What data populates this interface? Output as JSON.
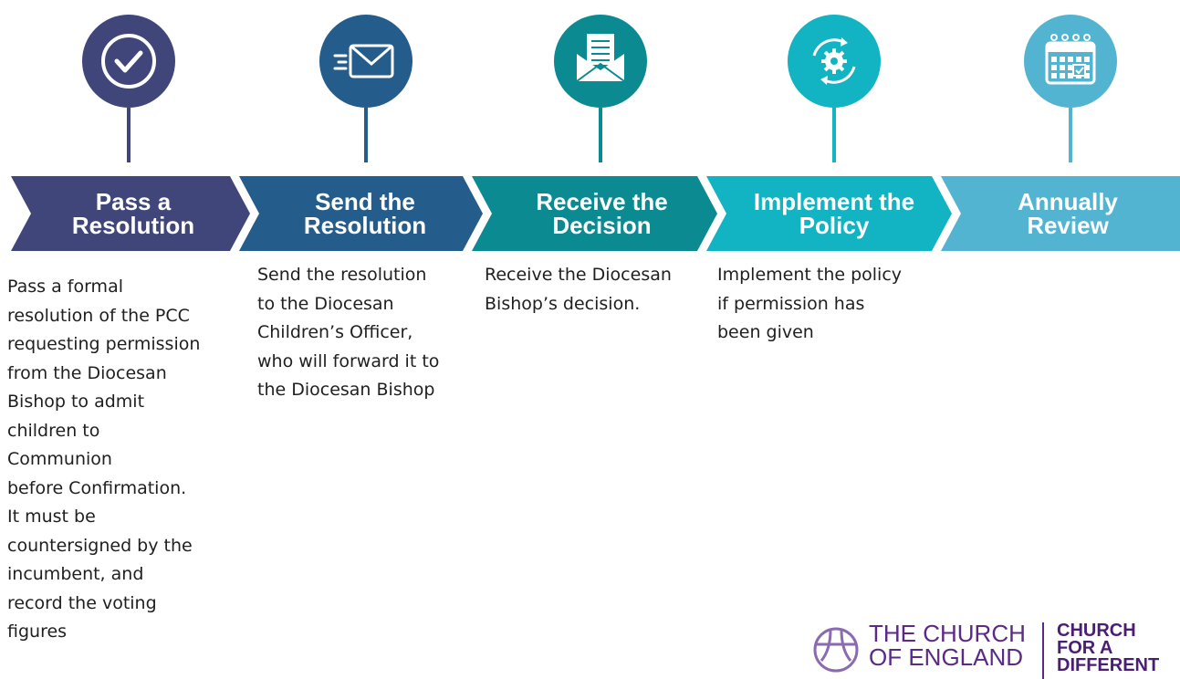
{
  "steps": [
    {
      "title_lines": [
        "Pass a",
        "Resolution"
      ],
      "icon": "check-circle-icon",
      "color": "#40467a",
      "description": [
        "Pass a formal",
        "resolution of the PCC",
        "requesting permission",
        "from the Diocesan",
        "Bishop to admit",
        "children to",
        "Communion",
        "before Confirmation.",
        "It must be",
        "countersigned by the",
        "incumbent, and",
        "record the voting",
        "figures"
      ]
    },
    {
      "title_lines": [
        "Send the",
        "Resolution"
      ],
      "icon": "envelope-send-icon",
      "color": "#245c8c",
      "description": [
        "Send the resolution",
        "to the Diocesan",
        "Children’s Officer,",
        "who will forward it to",
        "the Diocesan Bishop"
      ]
    },
    {
      "title_lines": [
        "Receive the",
        "Decision"
      ],
      "icon": "open-letter-icon",
      "color": "#0b8a92",
      "description": [
        "Receive the Diocesan",
        "Bishop’s decision."
      ]
    },
    {
      "title_lines": [
        "Implement the",
        "Policy"
      ],
      "icon": "gear-cycle-icon",
      "color": "#12b3c2",
      "description": [
        "Implement the policy",
        "if permission has",
        "been given"
      ]
    },
    {
      "title_lines": [
        "Annually",
        "Review"
      ],
      "icon": "calendar-icon",
      "color": "#52b4d0",
      "description": []
    }
  ],
  "logo": {
    "name_lines": [
      "THE CHURCH",
      "OF ENGLAND"
    ],
    "tag_lines": [
      "CHURCH",
      "FOR A",
      "DIFFERENT"
    ],
    "color": "#5b2a86"
  }
}
